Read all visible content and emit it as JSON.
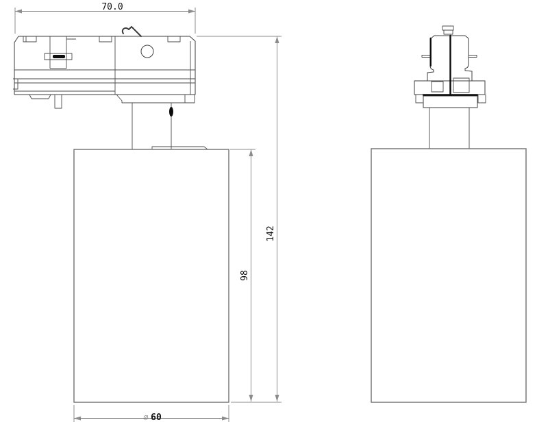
{
  "drawing": {
    "type": "technical-dimension-drawing",
    "views": {
      "left": "side-view-track-spotlight",
      "right": "front-view-track-spotlight"
    },
    "dimensions": {
      "width_top": "70.0",
      "total_height": "142",
      "body_height": "98",
      "diameter_symbol": "⌀",
      "diameter_value": "60"
    },
    "colors": {
      "background": "#ffffff",
      "part_line": "#3c3c3c",
      "part_accent": "#0c0c0c",
      "body_line": "#707070",
      "dimension_line": "#8b8b8b",
      "dimension_text": "#111111",
      "diameter_symbol_color": "#8a8a8a"
    }
  }
}
